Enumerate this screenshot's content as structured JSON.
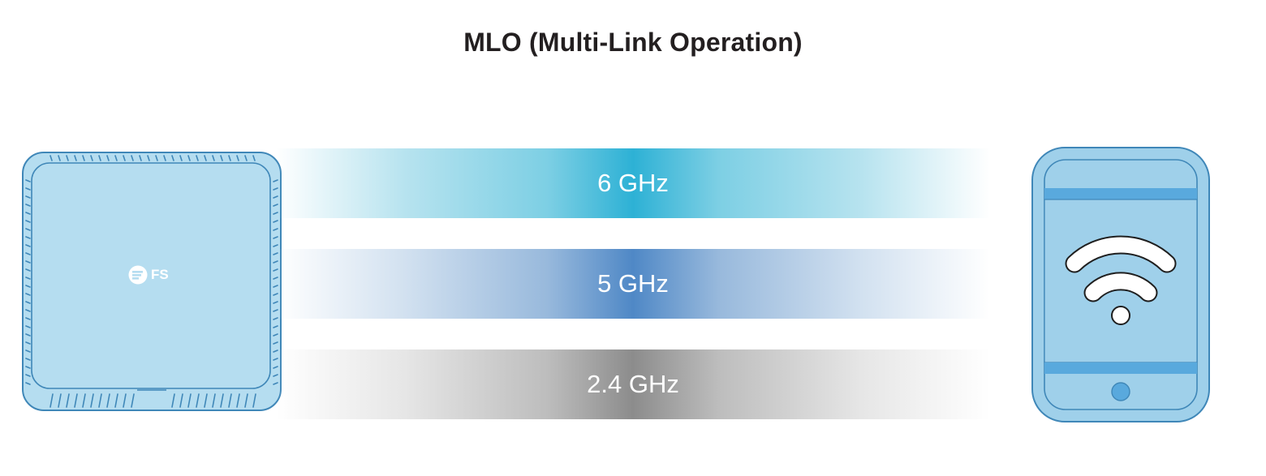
{
  "title": "MLO (Multi-Link Operation)",
  "bands": [
    {
      "label": "6 GHz",
      "color": "#2db1d5"
    },
    {
      "label": "5 GHz",
      "color": "#4f88c6"
    },
    {
      "label": "2.4 GHz",
      "color": "#8c8c8c"
    }
  ],
  "router": {
    "brand": "FS",
    "color": "#b5ddf0"
  },
  "client": {
    "icon": "wifi-icon",
    "device": "smartphone"
  }
}
